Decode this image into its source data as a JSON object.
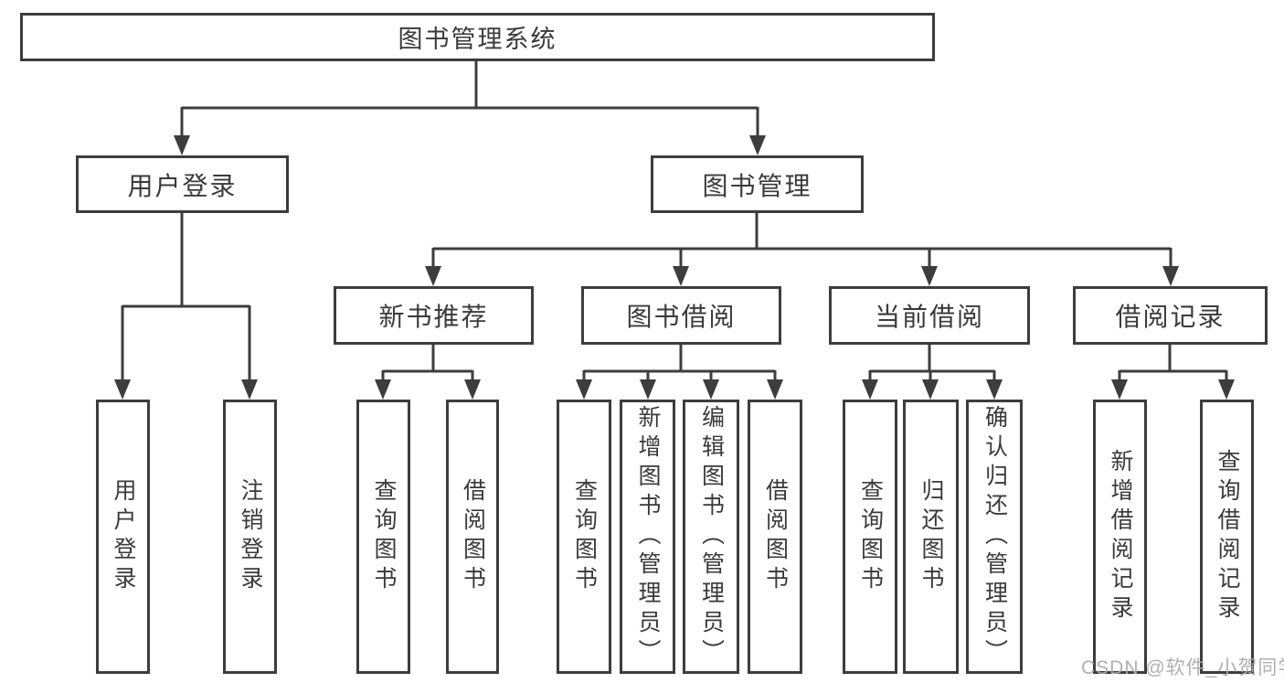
{
  "watermark": "CSDN @软件_小贺同学",
  "colors": {
    "line": "#3d3d3d",
    "text": "#3a3a3a",
    "background": "#ffffff",
    "watermark": "#acacb0"
  },
  "tree": {
    "root": {
      "label": "图书管理系统"
    },
    "branches": [
      {
        "label": "用户登录",
        "children": [
          {
            "label": "用户登录"
          },
          {
            "label": "注销登录"
          }
        ]
      },
      {
        "label": "图书管理",
        "children": [
          {
            "label": "新书推荐",
            "children": [
              {
                "label": "查询图书"
              },
              {
                "label": "借阅图书"
              }
            ]
          },
          {
            "label": "图书借阅",
            "children": [
              {
                "label": "查询图书"
              },
              {
                "label": "新增图书（管理员）"
              },
              {
                "label": "编辑图书（管理员）"
              },
              {
                "label": "借阅图书"
              }
            ]
          },
          {
            "label": "当前借阅",
            "children": [
              {
                "label": "查询图书"
              },
              {
                "label": "归还图书"
              },
              {
                "label": "确认归还（管理员）"
              }
            ]
          },
          {
            "label": "借阅记录",
            "children": [
              {
                "label": "新增借阅记录"
              },
              {
                "label": "查询借阅记录"
              }
            ]
          }
        ]
      }
    ]
  }
}
